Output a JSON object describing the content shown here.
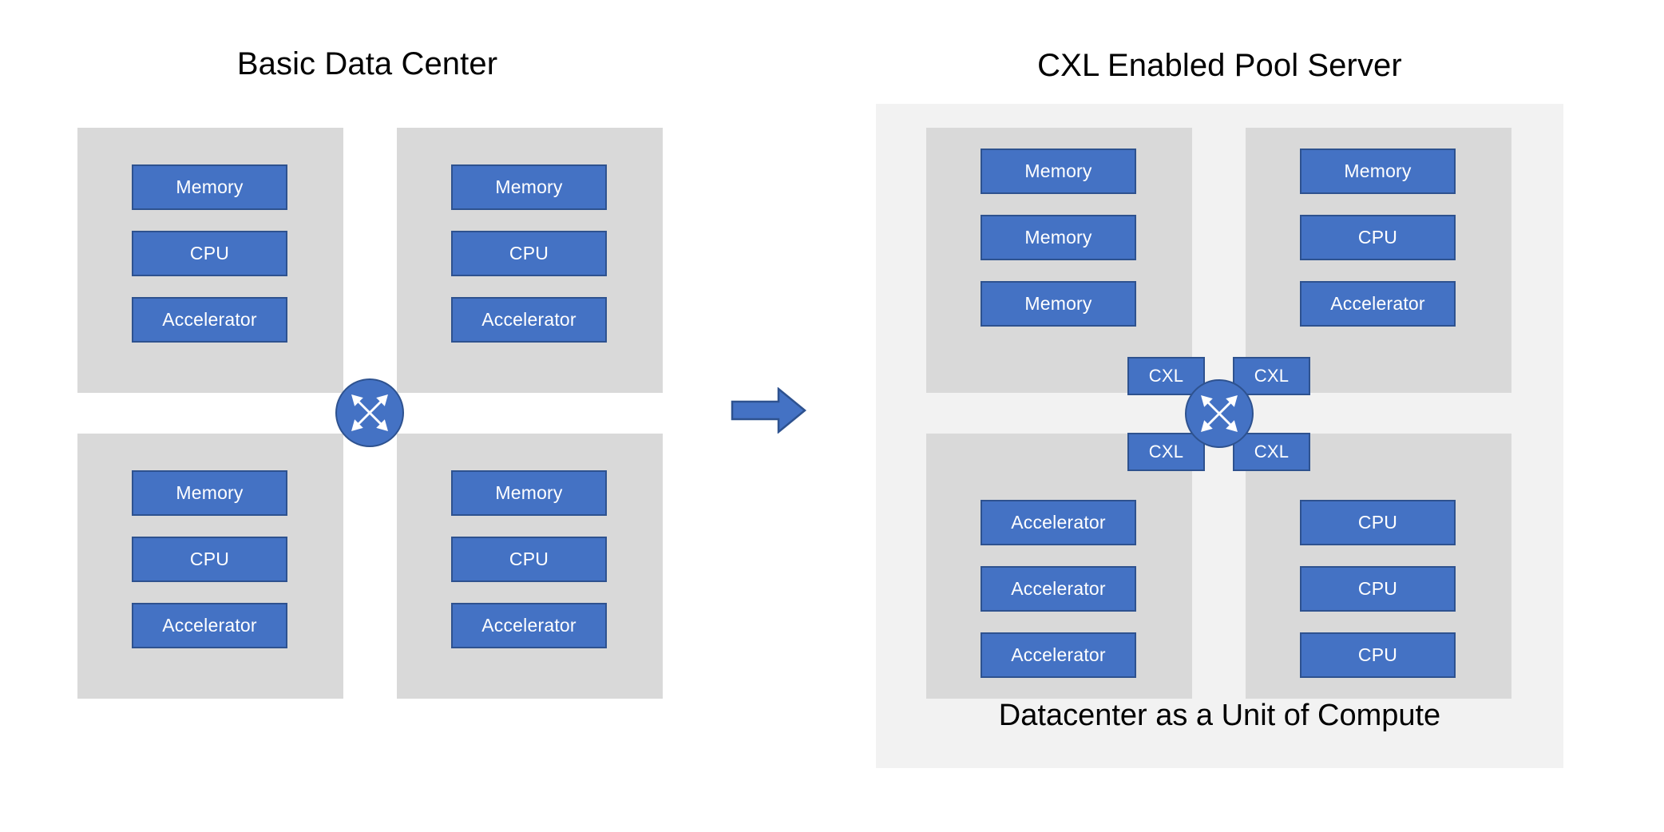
{
  "diagram": {
    "title_left": "Basic Data Center",
    "title_right": "CXL Enabled Pool Server",
    "caption_right": "Datacenter as a Unit of Compute",
    "colors": {
      "component_fill": "#4472C4",
      "component_border": "#2E528F",
      "panel_background": "#D9D9D9",
      "outer_background": "#F2F2F2",
      "page_background": "#FFFFFF",
      "component_text": "#FFFFFF",
      "title_text": "#000000"
    },
    "icons": {
      "switch": "network-switch-icon",
      "transition": "right-arrow-icon"
    }
  },
  "left_side": {
    "servers": [
      {
        "id": "server-top-left",
        "components": [
          "Memory",
          "CPU",
          "Accelerator"
        ]
      },
      {
        "id": "server-top-right",
        "components": [
          "Memory",
          "CPU",
          "Accelerator"
        ]
      },
      {
        "id": "server-bottom-left",
        "components": [
          "Memory",
          "CPU",
          "Accelerator"
        ]
      },
      {
        "id": "server-bottom-right",
        "components": [
          "Memory",
          "CPU",
          "Accelerator"
        ]
      }
    ]
  },
  "right_side": {
    "servers": [
      {
        "id": "pool-top-left",
        "components": [
          "Memory",
          "Memory",
          "Memory"
        ],
        "cxl_label": "CXL"
      },
      {
        "id": "pool-top-right",
        "components": [
          "Memory",
          "CPU",
          "Accelerator"
        ],
        "cxl_label": "CXL"
      },
      {
        "id": "pool-bottom-left",
        "components": [
          "Accelerator",
          "Accelerator",
          "Accelerator"
        ],
        "cxl_label": "CXL"
      },
      {
        "id": "pool-bottom-right",
        "components": [
          "CPU",
          "CPU",
          "CPU"
        ],
        "cxl_label": "CXL"
      }
    ]
  }
}
